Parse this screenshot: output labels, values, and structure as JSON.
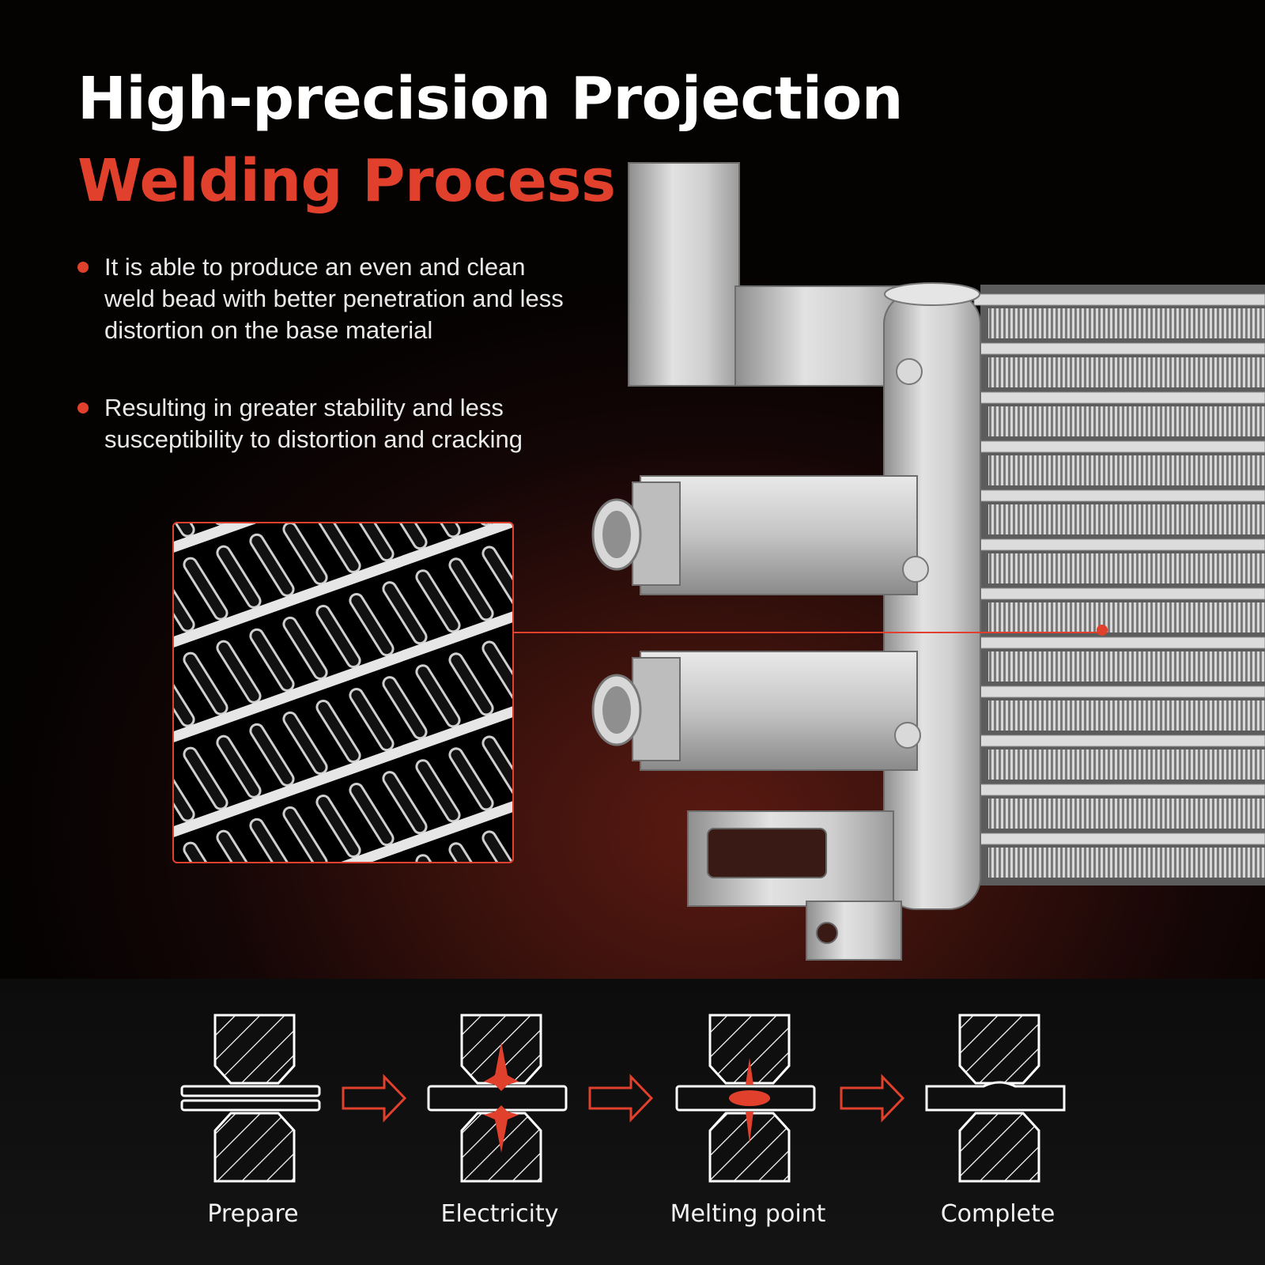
{
  "title": {
    "line1": "High-precision Projection",
    "line2": "Welding Process"
  },
  "bullets": [
    "It is able to produce an even and clean weld bead with better penetration and less distortion on the base material",
    "Resulting in greater stability and less susceptibility to distortion and cracking"
  ],
  "steps": [
    {
      "label": "Prepare",
      "icon": "prepare-diagram"
    },
    {
      "label": "Electricity",
      "icon": "electricity-diagram"
    },
    {
      "label": "Melting point",
      "icon": "melting-point-diagram"
    },
    {
      "label": "Complete",
      "icon": "complete-diagram"
    }
  ],
  "colors": {
    "accent": "#e1402c",
    "text": "#ffffff",
    "metal": "#c9c9c9"
  }
}
